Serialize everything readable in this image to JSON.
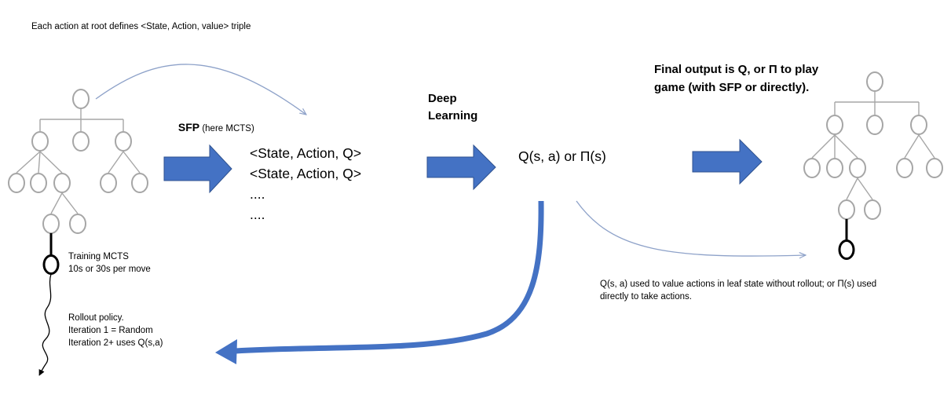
{
  "header_note": "Each action at root defines <State, Action, value> triple",
  "sfp": {
    "label": "SFP",
    "sub": " (here MCTS)"
  },
  "triples": [
    "<State, Action, Q>",
    "<State, Action, Q>",
    "....",
    "...."
  ],
  "deep_learning": {
    "line1": "Deep",
    "line2": "Learning"
  },
  "q_output": "Q(s, a) or Π(s)",
  "final_output": {
    "line1": "Final output is Q, or Π to play",
    "line2": "game (with SFP or directly)."
  },
  "training": {
    "line1": "Training MCTS",
    "line2": "10s or 30s per move"
  },
  "rollout": {
    "line1": "Rollout policy.",
    "line2": "Iteration 1 = Random",
    "line3": "Iteration 2+ uses Q(s,a)"
  },
  "leaf_note": {
    "line1": "Q(s, a) used to value actions in leaf state without rollout; or Π(s) used",
    "line2": "directly to take actions."
  },
  "colors": {
    "block_arrow": "#4472c4",
    "block_arrow_border": "#2f528f",
    "thin_arrow": "#8ea2c9",
    "node_stroke": "#a6a6a6",
    "tree_edge": "#a6a6a6",
    "active_edge": "#000000"
  }
}
